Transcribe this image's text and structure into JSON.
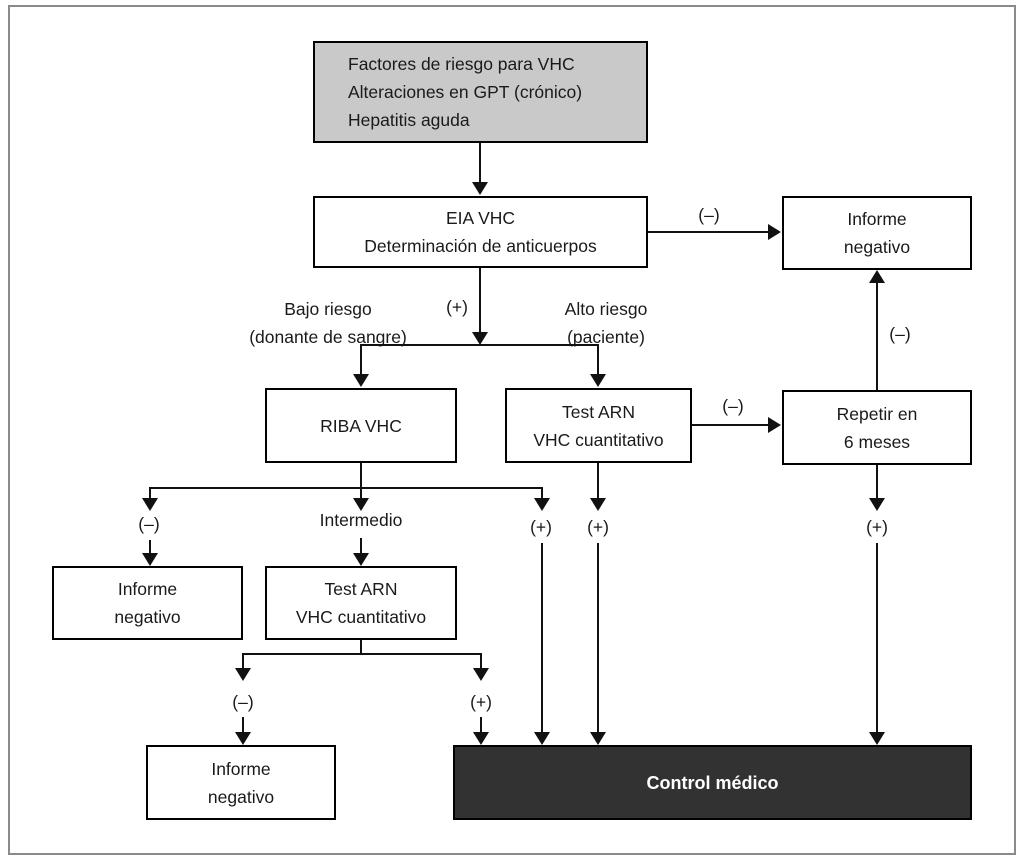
{
  "boxes": {
    "risk_factors": [
      "Factores de riesgo para VHC",
      "Alteraciones en GPT (crónico)",
      "Hepatitis aguda"
    ],
    "eia": [
      "EIA VHC",
      "Determinación de anticuerpos"
    ],
    "informe_negativo_top": [
      "Informe",
      "negativo"
    ],
    "riba": [
      "RIBA VHC"
    ],
    "test_arn_right": [
      "Test ARN",
      "VHC cuantitativo"
    ],
    "repetir": [
      "Repetir en",
      "6 meses"
    ],
    "informe_negativo_left": [
      "Informe",
      "negativo"
    ],
    "test_arn_center": [
      "Test ARN",
      "VHC cuantitativo"
    ],
    "informe_negativo_bottom": [
      "Informe",
      "negativo"
    ],
    "control_medico": "Control médico"
  },
  "edge_labels": {
    "eia_negative": "(–)",
    "eia_positive": "(+)",
    "bajo_riesgo": [
      "Bajo riesgo",
      "(donante de sangre)"
    ],
    "alto_riesgo": [
      "Alto riesgo",
      "(paciente)"
    ],
    "riba_negative": "(–)",
    "riba_intermedio": "Intermedio",
    "riba_positive": "(+)",
    "arn_right_positive": "(+)",
    "arn_right_negative": "(–)",
    "repetir_negative": "(–)",
    "repetir_positive": "(+)",
    "arn_center_negative": "(–)",
    "arn_center_positive": "(+)"
  },
  "colors": {
    "risk_box_fill": "#c9c9c9",
    "control_box_fill": "#323232",
    "control_box_text": "#ffffff",
    "box_border": "#000000",
    "line": "#111111",
    "outer_frame": "#8a8a8a",
    "background": "#ffffff"
  }
}
